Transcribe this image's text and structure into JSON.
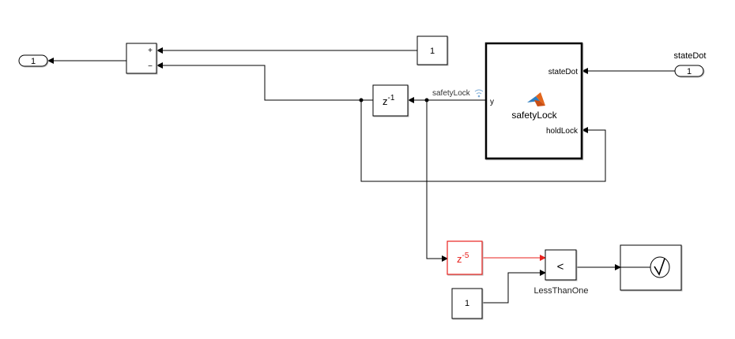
{
  "diagram": {
    "outport": {
      "label": "1"
    },
    "sum": {
      "plus": "+",
      "minus": "−"
    },
    "constant_top": {
      "value": "1"
    },
    "unit_delay": {
      "base": "z",
      "exp": "-1"
    },
    "signal_label": "safetyLock",
    "matlab_function": {
      "name": "safetyLock",
      "input_y": "y",
      "output_stateDot": "stateDot",
      "output_holdLock": "holdLock"
    },
    "inport": {
      "label": "1",
      "name": "stateDot"
    },
    "delay5": {
      "base": "z",
      "exp": "-5"
    },
    "compare": {
      "symbol": "<",
      "name": "LessThanOne"
    },
    "constant_bottom": {
      "value": "1"
    },
    "colors": {
      "highlight": "#e8221e",
      "wire": "#000000"
    }
  }
}
